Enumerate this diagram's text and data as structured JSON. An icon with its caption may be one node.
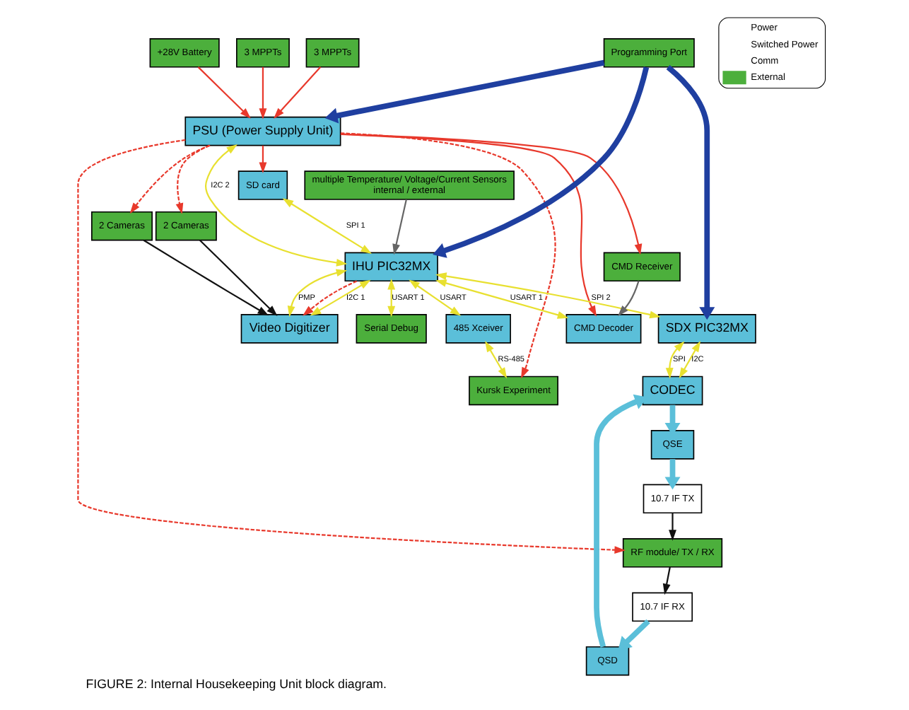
{
  "diagram": {
    "caption": "FIGURE 2: Internal Housekeeping Unit block diagram.",
    "nodes": [
      {
        "text": [
          "3 MPPTs"
        ]
      },
      {
        "text": [
          "3 MPPTs"
        ]
      },
      {
        "text": [
          "PSU (Power Supply Unit)"
        ]
      },
      {
        "text": [
          "+28V Battery"
        ]
      },
      {
        "text": [
          "SD card"
        ]
      },
      {
        "text": [
          "Programming Port"
        ]
      },
      {
        "text": [
          "2 Cameras"
        ]
      },
      {
        "text": [
          "2 Cameras"
        ]
      },
      {
        "text": [
          "Video Digitizer"
        ]
      },
      {
        "text": [
          "IHU PIC32MX"
        ]
      },
      {
        "text": [
          "SDX PIC32MX"
        ]
      },
      {
        "text": [
          "CODEC"
        ]
      },
      {
        "text": [
          "CMD Decoder"
        ]
      },
      {
        "text": [
          "485 Xceiver"
        ]
      },
      {
        "text": [
          "CMD Receiver"
        ]
      },
      {
        "text": [
          "multiple Temperature/ Voltage/Current Sensors",
          "internal / external"
        ]
      },
      {
        "text": [
          "QSE"
        ]
      },
      {
        "text": [
          "QSD"
        ]
      },
      {
        "text": [
          "10.7 IF TX"
        ]
      },
      {
        "text": [
          "10.7 IF RX"
        ]
      },
      {
        "text": [
          "Kursk Experiment"
        ]
      },
      {
        "text": [
          "Serial Debug"
        ]
      },
      {
        "text": [
          "RF module/ TX / RX"
        ]
      }
    ],
    "edges": [
      {
        "from": 0,
        "to": 2,
        "arrow": "to",
        "color": "#e8392c"
      },
      {
        "from": 1,
        "to": 2,
        "arrow": "to",
        "color": "#e8392c"
      },
      {
        "from": 3,
        "to": 2,
        "arrow": "to",
        "color": "#e8392c"
      },
      {
        "from": 2,
        "to": 4,
        "arrow": "to",
        "color": "#e8392c"
      },
      {
        "from": 2,
        "to": 6,
        "arrow": "to",
        "style": "dashed",
        "color": "#e8392c"
      },
      {
        "from": 2,
        "to": 7,
        "arrow": "to",
        "style": "dashed",
        "color": "#e8392c"
      },
      {
        "from": 2,
        "to": 12,
        "arrow": "to",
        "color": "#e8392c"
      },
      {
        "from": 2,
        "to": 14,
        "arrow": "to",
        "color": "#e8392c"
      },
      {
        "from": 2,
        "to": 20,
        "arrow": "to",
        "style": "dashed",
        "color": "#e8392c"
      },
      {
        "from": 2,
        "to": 22,
        "arrow": "to",
        "style": "dashed",
        "color": "#e8392c"
      },
      {
        "from": 9,
        "to": 8,
        "arrow": "to",
        "style": "dashed",
        "color": "#e8392c"
      },
      {
        "from": 5,
        "to": 2,
        "arrow": "to",
        "style": "thick",
        "color": "#1f3fa0"
      },
      {
        "from": 5,
        "to": 9,
        "arrow": "to",
        "style": "thick",
        "color": "#1f3fa0"
      },
      {
        "from": 5,
        "to": 10,
        "arrow": "to",
        "style": "thick",
        "color": "#1f3fa0"
      },
      {
        "from": 2,
        "to": 9,
        "label": "I2C 2",
        "arrow": "both",
        "color": "#e8e030"
      },
      {
        "from": 4,
        "to": 9,
        "label": "SPI 1",
        "arrow": "both",
        "color": "#e8e030"
      },
      {
        "from": 9,
        "to": 8,
        "label": "I2C 1",
        "arrow": "both",
        "color": "#e8e030"
      },
      {
        "from": 9,
        "to": 8,
        "label": "PMP",
        "arrow": "both",
        "color": "#e8e030"
      },
      {
        "from": 9,
        "to": 10,
        "label": "SPI 2",
        "arrow": "both",
        "color": "#e8e030"
      },
      {
        "from": 10,
        "to": 11,
        "label": "SPI",
        "arrow": "both",
        "color": "#e8e030"
      },
      {
        "from": 10,
        "to": 11,
        "label": "I2C",
        "arrow": "both",
        "color": "#e8e030"
      },
      {
        "from": 9,
        "to": 12,
        "label": "USART 1",
        "arrow": "both",
        "color": "#e8e030"
      },
      {
        "from": 9,
        "to": 13,
        "label": "USART",
        "arrow": "both",
        "color": "#e8e030"
      },
      {
        "from": 13,
        "to": 20,
        "label": "RS-485",
        "arrow": "both",
        "color": "#e8e030"
      },
      {
        "from": 9,
        "to": 21,
        "label": "USART 1",
        "arrow": "both",
        "color": "#e8e030"
      },
      {
        "from": 6,
        "to": 8,
        "arrow": "to",
        "color": "#111111"
      },
      {
        "from": 7,
        "to": 8,
        "arrow": "to",
        "color": "#111111"
      },
      {
        "from": 14,
        "to": 12,
        "arrow": "to",
        "color": "#666666"
      },
      {
        "from": 15,
        "to": 9,
        "arrow": "to",
        "color": "#666666"
      },
      {
        "from": 11,
        "to": 16,
        "arrow": "to",
        "style": "thick",
        "color": "#5bbfd9"
      },
      {
        "from": 16,
        "to": 18,
        "arrow": "to",
        "style": "thick",
        "color": "#5bbfd9"
      },
      {
        "from": 19,
        "to": 17,
        "arrow": "to",
        "style": "thick",
        "color": "#5bbfd9"
      },
      {
        "from": 17,
        "to": 11,
        "arrow": "to",
        "style": "thick",
        "color": "#5bbfd9"
      },
      {
        "from": 18,
        "to": 22,
        "arrow": "to",
        "color": "#111111"
      },
      {
        "from": 22,
        "to": 19,
        "arrow": "to",
        "color": "#111111"
      }
    ],
    "legend": [
      {
        "text": "Power"
      },
      {
        "text": "Switched Power"
      },
      {
        "text": "Comm"
      },
      {
        "text": "External",
        "color": "#4caf3c"
      }
    ]
  }
}
